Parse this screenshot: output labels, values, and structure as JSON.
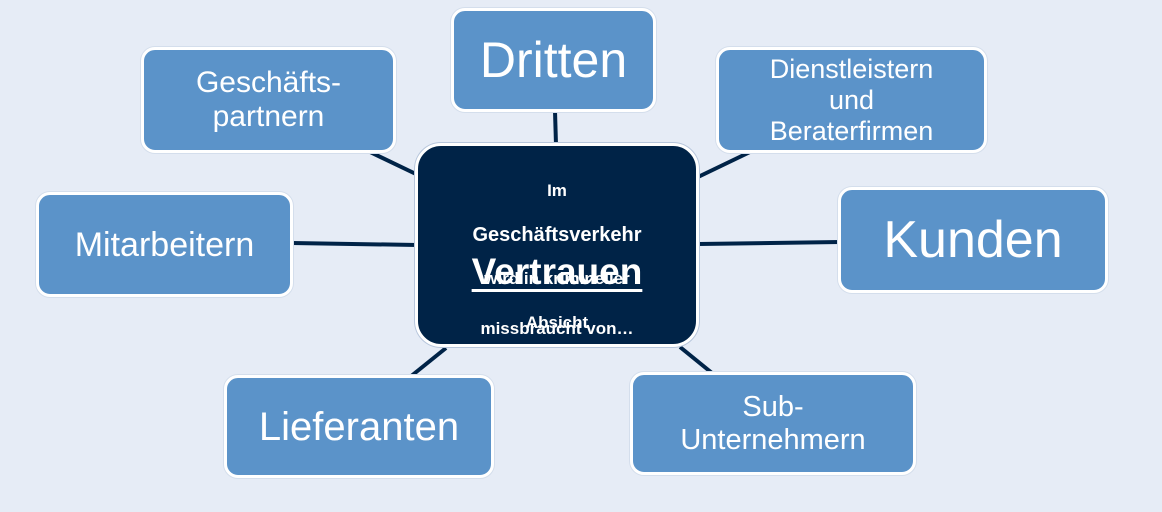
{
  "diagram": {
    "center": {
      "line1": "Im",
      "line2": "Geschäftsverkehr",
      "line3": "wird in krimineller",
      "line4": "Absicht",
      "keyword": "Vertrauen",
      "tail": "missbraucht von…"
    },
    "nodes": {
      "dritten": "Dritten",
      "geschaeftspartnern": "Geschäfts-\npartnern",
      "dienstleistern": "Dienstleistern\nund\nBeraterfirmen",
      "mitarbeitern": "Mitarbeitern",
      "kunden": "Kunden",
      "lieferanten": "Lieferanten",
      "subunternehmern": "Sub-\nUnternehmern"
    }
  }
}
